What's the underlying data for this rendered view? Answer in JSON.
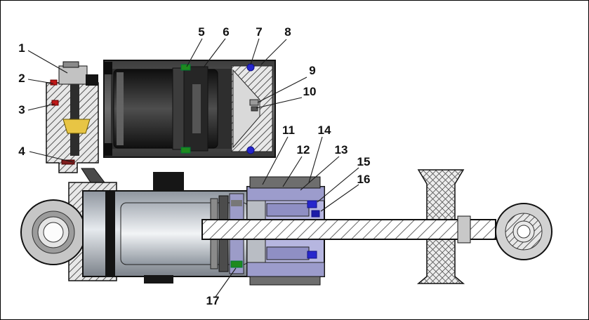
{
  "colors": {
    "seal_green": "#1e8a1e",
    "seal_blue": "#2626cc",
    "seal_blue_dark": "#1b1ba8",
    "oring_red": "#c01818",
    "check_valve_red": "#7e1d1d",
    "shim_yellow": "#e8c544",
    "seal_head_lavender": "#b6b6e0"
  },
  "callouts": {
    "c1": "1",
    "c2": "2",
    "c3": "3",
    "c4": "4",
    "c5": "5",
    "c6": "6",
    "c7": "7",
    "c8": "8",
    "c9": "9",
    "c10": "10",
    "c11": "11",
    "c12": "12",
    "c13": "13",
    "c14": "14",
    "c15": "15",
    "c16": "16",
    "c17": "17"
  }
}
